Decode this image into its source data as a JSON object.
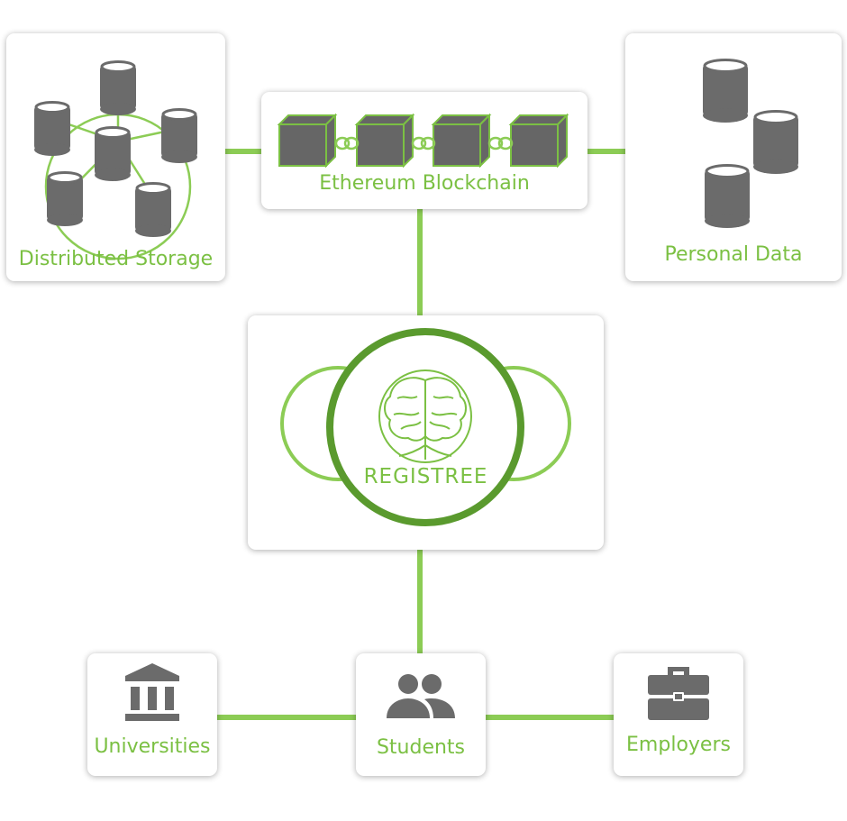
{
  "nodes": {
    "distributed_storage": {
      "label": "Distributed Storage",
      "icon": "database-network-icon"
    },
    "blockchain": {
      "label": "Ethereum Blockchain",
      "icon": "blockchain-icon"
    },
    "personal_data": {
      "label": "Personal Data",
      "icon": "database-icon"
    },
    "registree": {
      "label": "REGISTREE",
      "icon": "brain-tree-logo-icon"
    },
    "universities": {
      "label": "Universities",
      "icon": "institution-icon"
    },
    "students": {
      "label": "Students",
      "icon": "people-icon"
    },
    "employers": {
      "label": "Employers",
      "icon": "briefcase-icon"
    }
  },
  "colors": {
    "accent": "#7bc043",
    "connector": "#8ccc55",
    "ring_dark": "#5a9a2e",
    "icon_gray": "#6b6b6b"
  }
}
